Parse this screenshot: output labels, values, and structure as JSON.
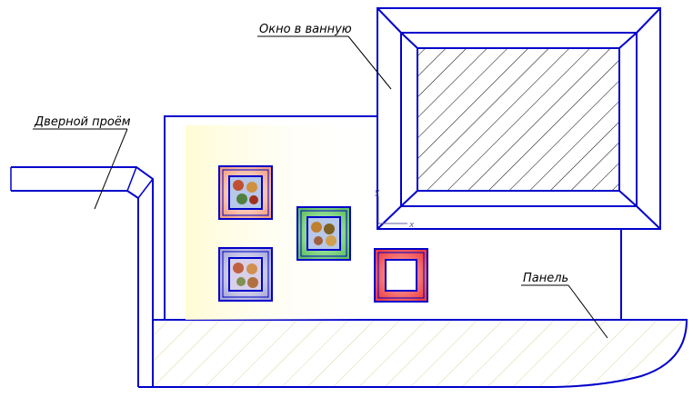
{
  "labels": {
    "window": "Окно в ванную",
    "door": "Дверной проём",
    "panel": "Панель"
  },
  "axes": {
    "x": "x",
    "y": "y"
  },
  "colors": {
    "outline": "#0000cc",
    "hatch": "#000000",
    "floor_hatch": "#d8d8a0",
    "wall_glow": "#fffbd0",
    "tile_pink": "#f4a080",
    "tile_green": "#60c060",
    "tile_lavender": "#a8a8d8",
    "tile_red": "#f04040"
  }
}
